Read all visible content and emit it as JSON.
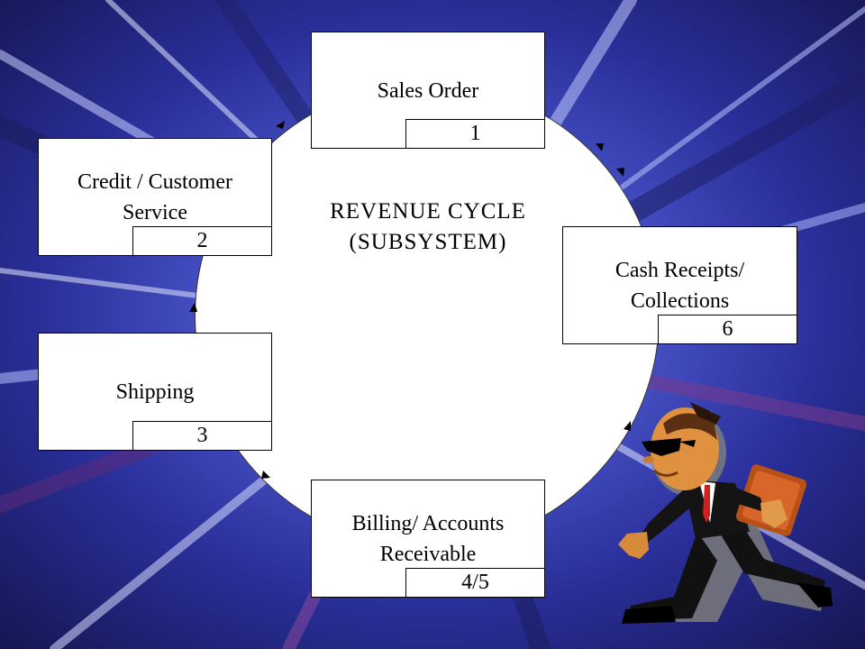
{
  "diagram": {
    "center_title": [
      "REVENUE CYCLE",
      "(SUBSYSTEM)"
    ],
    "boxes": [
      {
        "id": "sales-order",
        "lines": [
          "Sales Order"
        ],
        "number": "1"
      },
      {
        "id": "credit-customer-service",
        "lines": [
          "Credit / Customer",
          "Service"
        ],
        "number": "2"
      },
      {
        "id": "shipping",
        "lines": [
          "Shipping"
        ],
        "number": "3"
      },
      {
        "id": "billing-accounts-receivable",
        "lines": [
          "Billing/ Accounts",
          "Receivable"
        ],
        "number": "4/5"
      },
      {
        "id": "cash-receipts-collections",
        "lines": [
          "Cash Receipts/",
          "Collections"
        ],
        "number": "6"
      }
    ]
  },
  "colors": {
    "background_dark": "#15164f",
    "background_mid": "#3a43b8",
    "background_light": "#8fa0f0",
    "box_fill": "#ffffff",
    "circle_fill": "#ffffff"
  },
  "icons": [
    "running-businessman-clipart"
  ]
}
